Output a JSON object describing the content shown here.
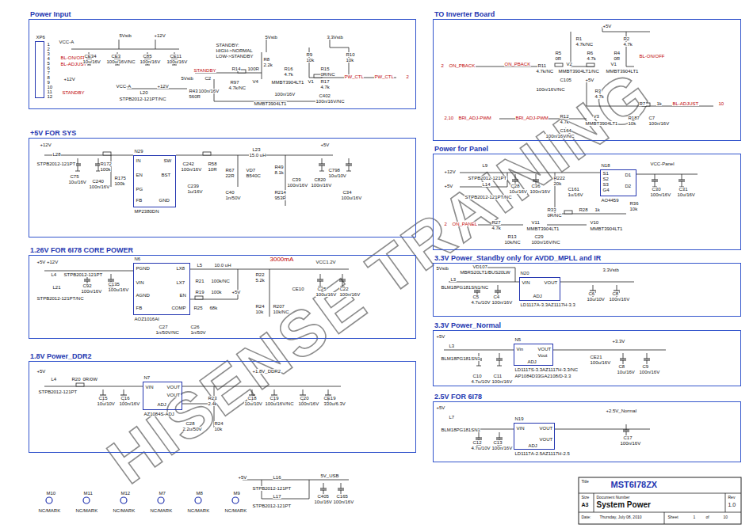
{
  "diagram": {
    "nodes": [
      {
        "text": [
          "Power Input"
        ]
      },
      {
        "text": [
          "+5V FOR SYS"
        ]
      },
      {
        "text": [
          "1.26V FOR 6I78 CORE POWER"
        ]
      },
      {
        "text": [
          "1.8V Power_DDR2"
        ]
      },
      {
        "text": [
          "TO Inverter Board"
        ]
      },
      {
        "text": [
          "Power for Panel"
        ]
      },
      {
        "text": [
          "3.3V Power_Standby only for AVDD_MPLL and IR"
        ]
      },
      {
        "text": [
          "3.3V Power_Normal"
        ]
      },
      {
        "text": [
          "2.5V FOR 6I78"
        ]
      },
      {
        "text": [
          "XP6"
        ],
        "in": 0
      },
      {
        "text": [
          "N29",
          "MP2380DN"
        ],
        "in": 1
      },
      {
        "text": [
          "N6",
          "AOZ1016AI"
        ],
        "in": 2
      },
      {
        "text": [
          "N7",
          "AZ1084S-ADJ"
        ],
        "in": 3
      },
      {
        "text": [
          "N18",
          "AO4459"
        ],
        "in": 5
      },
      {
        "text": [
          "N20",
          "LD1117A-3.3AZ1117H-3.3"
        ],
        "in": 6
      },
      {
        "text": [
          "N5",
          "LD1117S-3.3AZ1117H-3.3/NC",
          "AP1084D33GA2108/D-3.3"
        ],
        "in": 7
      },
      {
        "text": [
          "N19",
          "LD1117A-2.5AZ1117H-2.5"
        ],
        "in": 8
      }
    ],
    "labels": [
      "1",
      "2",
      "3",
      "4",
      "5",
      "6",
      "7",
      "8",
      "9",
      "10",
      "11",
      "12",
      "VCC-A",
      "BL-ON/OFF",
      "BL-ADJUST",
      "+12V",
      "STANDBY",
      "5Vstb",
      "+12V",
      "CE34",
      "10u/16V",
      "CE3",
      "100u/16V/NC",
      "C85",
      "100n/16V",
      "CE11",
      "100u/16V",
      "VCC-A",
      "+12V",
      "L20",
      "STPB2012-121PT/NC",
      "5Vstb",
      "R43",
      "560R",
      "STANDBY:",
      "HIGH->NORMAL",
      "LOW->STANDBY",
      "5Vstb",
      "3.3Vstb",
      "STANDBY",
      "C2",
      "100n/16V",
      "R14",
      "100R",
      "R97",
      "4.7k/NC",
      "V4",
      "R8",
      "2.2k",
      "R9",
      "10k",
      "R10",
      "10k",
      "R16",
      "4.7k",
      "R15",
      "0R/NC",
      "MMBT3904LT1",
      "V1",
      "R17",
      "4.7k",
      "C402",
      "100n/16V/NC",
      "100n/16V",
      "MMBT3904LT1",
      "PW_CTL",
      "PW_CTL",
      "2",
      "+5V",
      "R1",
      "4.7k/NC",
      "R2",
      "4.7k",
      "R5",
      "0R",
      "R6",
      "4.7k",
      "R4",
      "0R",
      "BL-ON/OFF",
      "2",
      "ON_PBACK",
      "ON_PBACK",
      "R11",
      "4.7k/NC",
      "V2",
      "MMBT3904LT1/NC",
      "V1",
      "MMBT3904LT1",
      "C105",
      "100n/16V/NC",
      "+5V",
      "R3",
      "4.7k",
      "R7",
      "1k",
      "BL-ADJUST",
      "10",
      "2,10",
      "BRI_ADJ-PWM",
      "BRI_ADJ-PWM",
      "R12",
      "4.7k",
      "V3",
      "MMBT3904LT1",
      "R187",
      "10k",
      "C7",
      "100n/16V",
      "C164",
      "100n/16V/NC",
      "+12V",
      "L28",
      "STPB2012-121PT",
      "C75",
      "10u/16V",
      "R172",
      "100k",
      "C240",
      "100n/16V",
      "R175",
      "100k",
      "IN",
      "SW",
      "EN",
      "BST",
      "PG",
      "FB",
      "GND",
      "C242",
      "100n/16V",
      "R58",
      "10R",
      "C239",
      "1u/16V",
      "L23",
      "15.0 uH",
      "R67",
      "22R",
      "VD7",
      "B540C",
      "C40",
      "1n/50V",
      "R49",
      "8.1k",
      "R214",
      "953R",
      "C39",
      "100n/16V",
      "C820",
      "100n/16V",
      "C798",
      "10u/10V",
      "C34",
      "100u/16V",
      "+5V",
      "+5V +12V",
      "L4",
      "STPB2012-121PT",
      "L21",
      "STPB2012-121PT/NC",
      "C92",
      "100n/16V",
      "C135",
      "100u/16V",
      "PGND",
      "LX8",
      "VIN",
      "LX7",
      "AGND",
      "EN",
      "FB",
      "COMP",
      "L5",
      "10.0 uH",
      "3000mA",
      "VCC1.2V",
      "R21",
      "100k/NC",
      "R19",
      "100k",
      "+5V",
      "R22",
      "5.2k",
      "R24",
      "10k",
      "R207",
      "10k/NC",
      "CE10",
      "C25",
      "100u/16V",
      "C22",
      "100n/16V",
      "R25",
      "68k",
      "C27",
      "1n/50V/NC",
      "C26",
      "1n/50V",
      "+5V",
      "L4",
      "STPB2012-121PT",
      "R20",
      "0R/0W",
      "C15",
      "10u/10V",
      "C16",
      "100n/16V",
      "VIN",
      "VOUT",
      "VOUT",
      "ADJ",
      "R23",
      "2.4k",
      "C28",
      "2.2u/50V",
      "R24",
      "10k",
      "+1.8V_DDR2",
      "C18",
      "10u/10V",
      "C19",
      "100u/16V/NC",
      "C20",
      "100n/16V",
      "CE19",
      "330u/6.3V",
      "+12V",
      "+5V",
      "L9",
      "STPB2012-121PT",
      "L14",
      "STPB2012-121PT/NC",
      "C28",
      "10u/16V",
      "C36",
      "100n/16V",
      "R222",
      "20k",
      "C161",
      "1u/16V",
      "S1",
      "S2",
      "S3",
      "G4",
      "D1",
      "D2",
      "VCC-Panel",
      "C30",
      "100n/16V",
      "C31",
      "10u/16V",
      "R33",
      "0R/NC",
      "R28",
      "1k",
      "R36",
      "10k",
      "2",
      "ON_PANEL",
      "R27",
      "4.7k",
      "V11",
      "MMBT3904LT1",
      "V10",
      "MMBT3904LT1",
      "R13",
      "10k/NC",
      "C29",
      "100n/16V/NC",
      "5Vstb",
      "VD107",
      "MBRS20LT1/BUS20LW",
      "L3",
      "BLM18PG181SN1/NC",
      "VIN",
      "VOUT",
      "ADJ",
      "C5",
      "4.7u/10V",
      "C4",
      "100n/16V",
      "3.3Vstb",
      "C6",
      "10u/10V",
      "C8",
      "100n/16V",
      "+5V",
      "L3",
      "BLM18PG181SN1",
      "Vin",
      "VOUT",
      "Vout",
      "ADJ",
      "C10",
      "4.7u/10V",
      "C11",
      "100n/16V",
      "CE21",
      "100u/16V",
      "+3.3V",
      "C8",
      "10u/16V",
      "C9",
      "100n/16V",
      "+5V",
      "L7",
      "BLM18PG181SN1",
      "VIN",
      "VOUT",
      "VOUT",
      "ADJ",
      "C12",
      "4.7u/10V",
      "C13",
      "100n/16V",
      "+2.5V_Normal",
      "C17",
      "100n/16V",
      "M10",
      "NC/MARK",
      "M11",
      "NC/MARK",
      "M12",
      "NC/MARK",
      "M7",
      "NC/MARK",
      "M8",
      "NC/MARK",
      "M9",
      "NC/MARK",
      "+5V",
      "L16",
      "STPB2012-121PT",
      "L17",
      "STPB2012-121PT",
      "5V_USB",
      "C405",
      "10u/16V",
      "C165",
      "100n/16V",
      "Title",
      "MST6I78ZX",
      "Size",
      "A3",
      "Document Number",
      "System Power",
      "Rev",
      "1.0",
      "Date:",
      "Thursday, July 08, 2010",
      "Sheet",
      "1",
      "of",
      "10",
      "HISENSE TRAINING"
    ]
  }
}
